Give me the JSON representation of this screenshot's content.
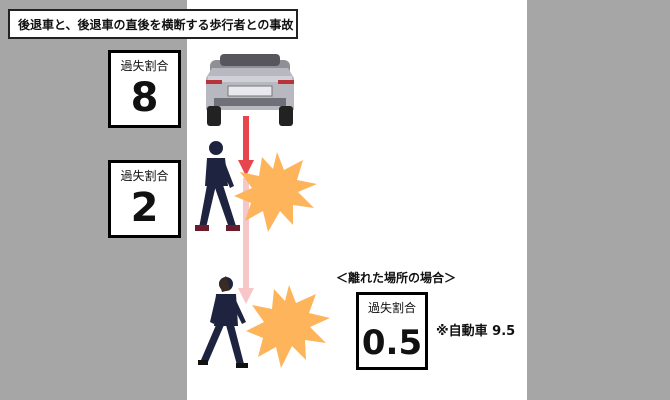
{
  "title": "後退車と、後退車の直後を横断する歩行者との事故",
  "ratios": [
    {
      "label": "過失割合",
      "value": "8"
    },
    {
      "label": "過失割合",
      "value": "2"
    },
    {
      "label": "過失割合",
      "value": "0.5"
    }
  ],
  "place_caption": "＜離れた場所の場合＞",
  "note": "※自動車 9.5",
  "colors": {
    "road": "#ffffff",
    "background": "#a6a6a6",
    "arrow_strong": "#e8464e",
    "arrow_light": "#f6c6c8",
    "impact": "#fdb45a",
    "suit": "#1e2440"
  }
}
